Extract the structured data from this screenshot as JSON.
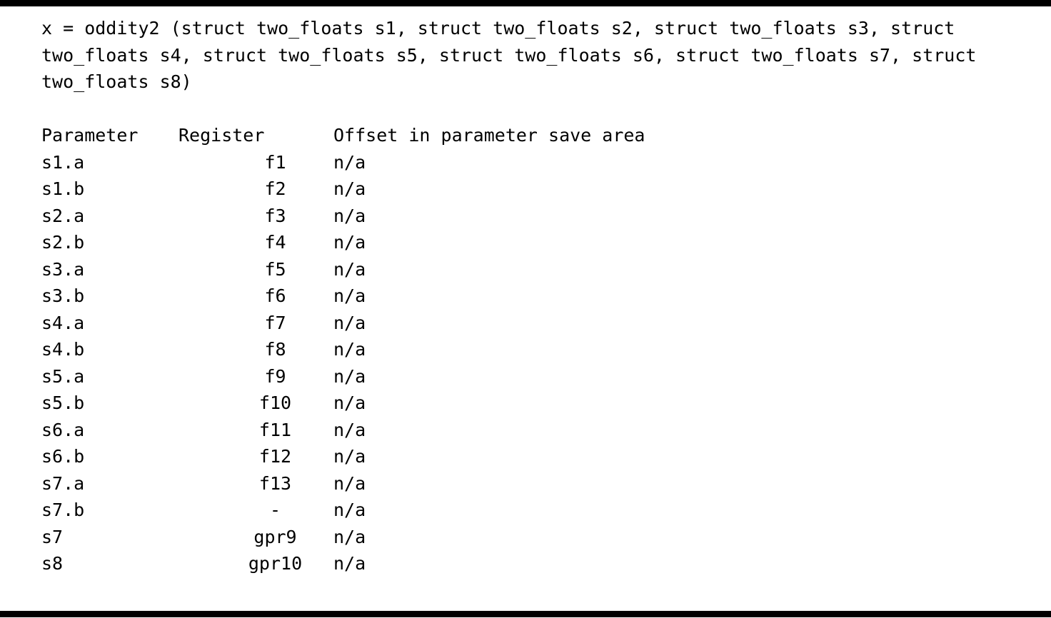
{
  "figure": {
    "colors": {
      "background": "#ffffff",
      "text": "#000000",
      "rule": "#000000"
    },
    "code_example": {
      "lines": [
        "x = oddity2 (struct two_floats s1, struct two_floats s2, struct two_floats s3, struct",
        "two_floats s4, struct two_floats s5, struct two_floats s6, struct two_floats s7, struct",
        "two_floats s8)"
      ]
    },
    "table": {
      "columns": [
        "Parameter",
        "Register",
        "Offset in parameter save area"
      ],
      "rows": [
        {
          "parameter": "s1.a",
          "register": "f1",
          "offset": "n/a"
        },
        {
          "parameter": "s1.b",
          "register": "f2",
          "offset": "n/a"
        },
        {
          "parameter": "s2.a",
          "register": "f3",
          "offset": "n/a"
        },
        {
          "parameter": "s2.b",
          "register": "f4",
          "offset": "n/a"
        },
        {
          "parameter": "s3.a",
          "register": "f5",
          "offset": "n/a"
        },
        {
          "parameter": "s3.b",
          "register": "f6",
          "offset": "n/a"
        },
        {
          "parameter": "s4.a",
          "register": "f7",
          "offset": "n/a"
        },
        {
          "parameter": "s4.b",
          "register": "f8",
          "offset": "n/a"
        },
        {
          "parameter": "s5.a",
          "register": "f9",
          "offset": "n/a"
        },
        {
          "parameter": "s5.b",
          "register": "f10",
          "offset": "n/a"
        },
        {
          "parameter": "s6.a",
          "register": "f11",
          "offset": "n/a"
        },
        {
          "parameter": "s6.b",
          "register": "f12",
          "offset": "n/a"
        },
        {
          "parameter": "s7.a",
          "register": "f13",
          "offset": "n/a"
        },
        {
          "parameter": "s7.b",
          "register": "-",
          "offset": "n/a"
        },
        {
          "parameter": "s7",
          "register": "gpr9",
          "offset": "n/a"
        },
        {
          "parameter": "s8",
          "register": "gpr10",
          "offset": "n/a"
        }
      ]
    }
  }
}
